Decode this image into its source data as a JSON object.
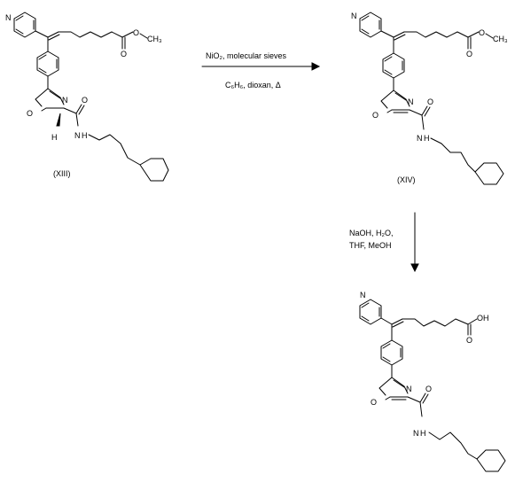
{
  "compounds": {
    "xiii": {
      "label": "(XIII)",
      "atoms": {
        "pyridine_n": "N",
        "ester_o_single": "O",
        "ester_o_double": "O",
        "ester_methyl": "CH₃",
        "oxazoline_o": "O",
        "oxazoline_n": "N",
        "amide_o": "O",
        "amide_nh": "N",
        "amide_h": "H",
        "stereo_h": "H"
      }
    },
    "xiv": {
      "label": "(XIV)",
      "atoms": {
        "pyridine_n": "N",
        "ester_o_single": "O",
        "ester_o_double": "O",
        "ester_methyl": "CH₃",
        "oxazole_o": "O",
        "oxazole_n": "N",
        "amide_o": "O",
        "amide_nh": "N",
        "amide_h": "H"
      }
    },
    "product": {
      "atoms": {
        "pyridine_n": "N",
        "acid_o_double": "O",
        "acid_oh": "OH",
        "oxazole_o": "O",
        "oxazole_n": "N",
        "amide_o": "O",
        "amide_nh": "N",
        "amide_h": "H"
      }
    }
  },
  "step1": {
    "reagents_line1": "NiO₂, molecular sieves",
    "reagents_line2": "C₆H₆, dioxan, Δ"
  },
  "step2": {
    "reagents_line1": "NaOH, H₂O,",
    "reagents_line2": "THF, MeOH"
  }
}
